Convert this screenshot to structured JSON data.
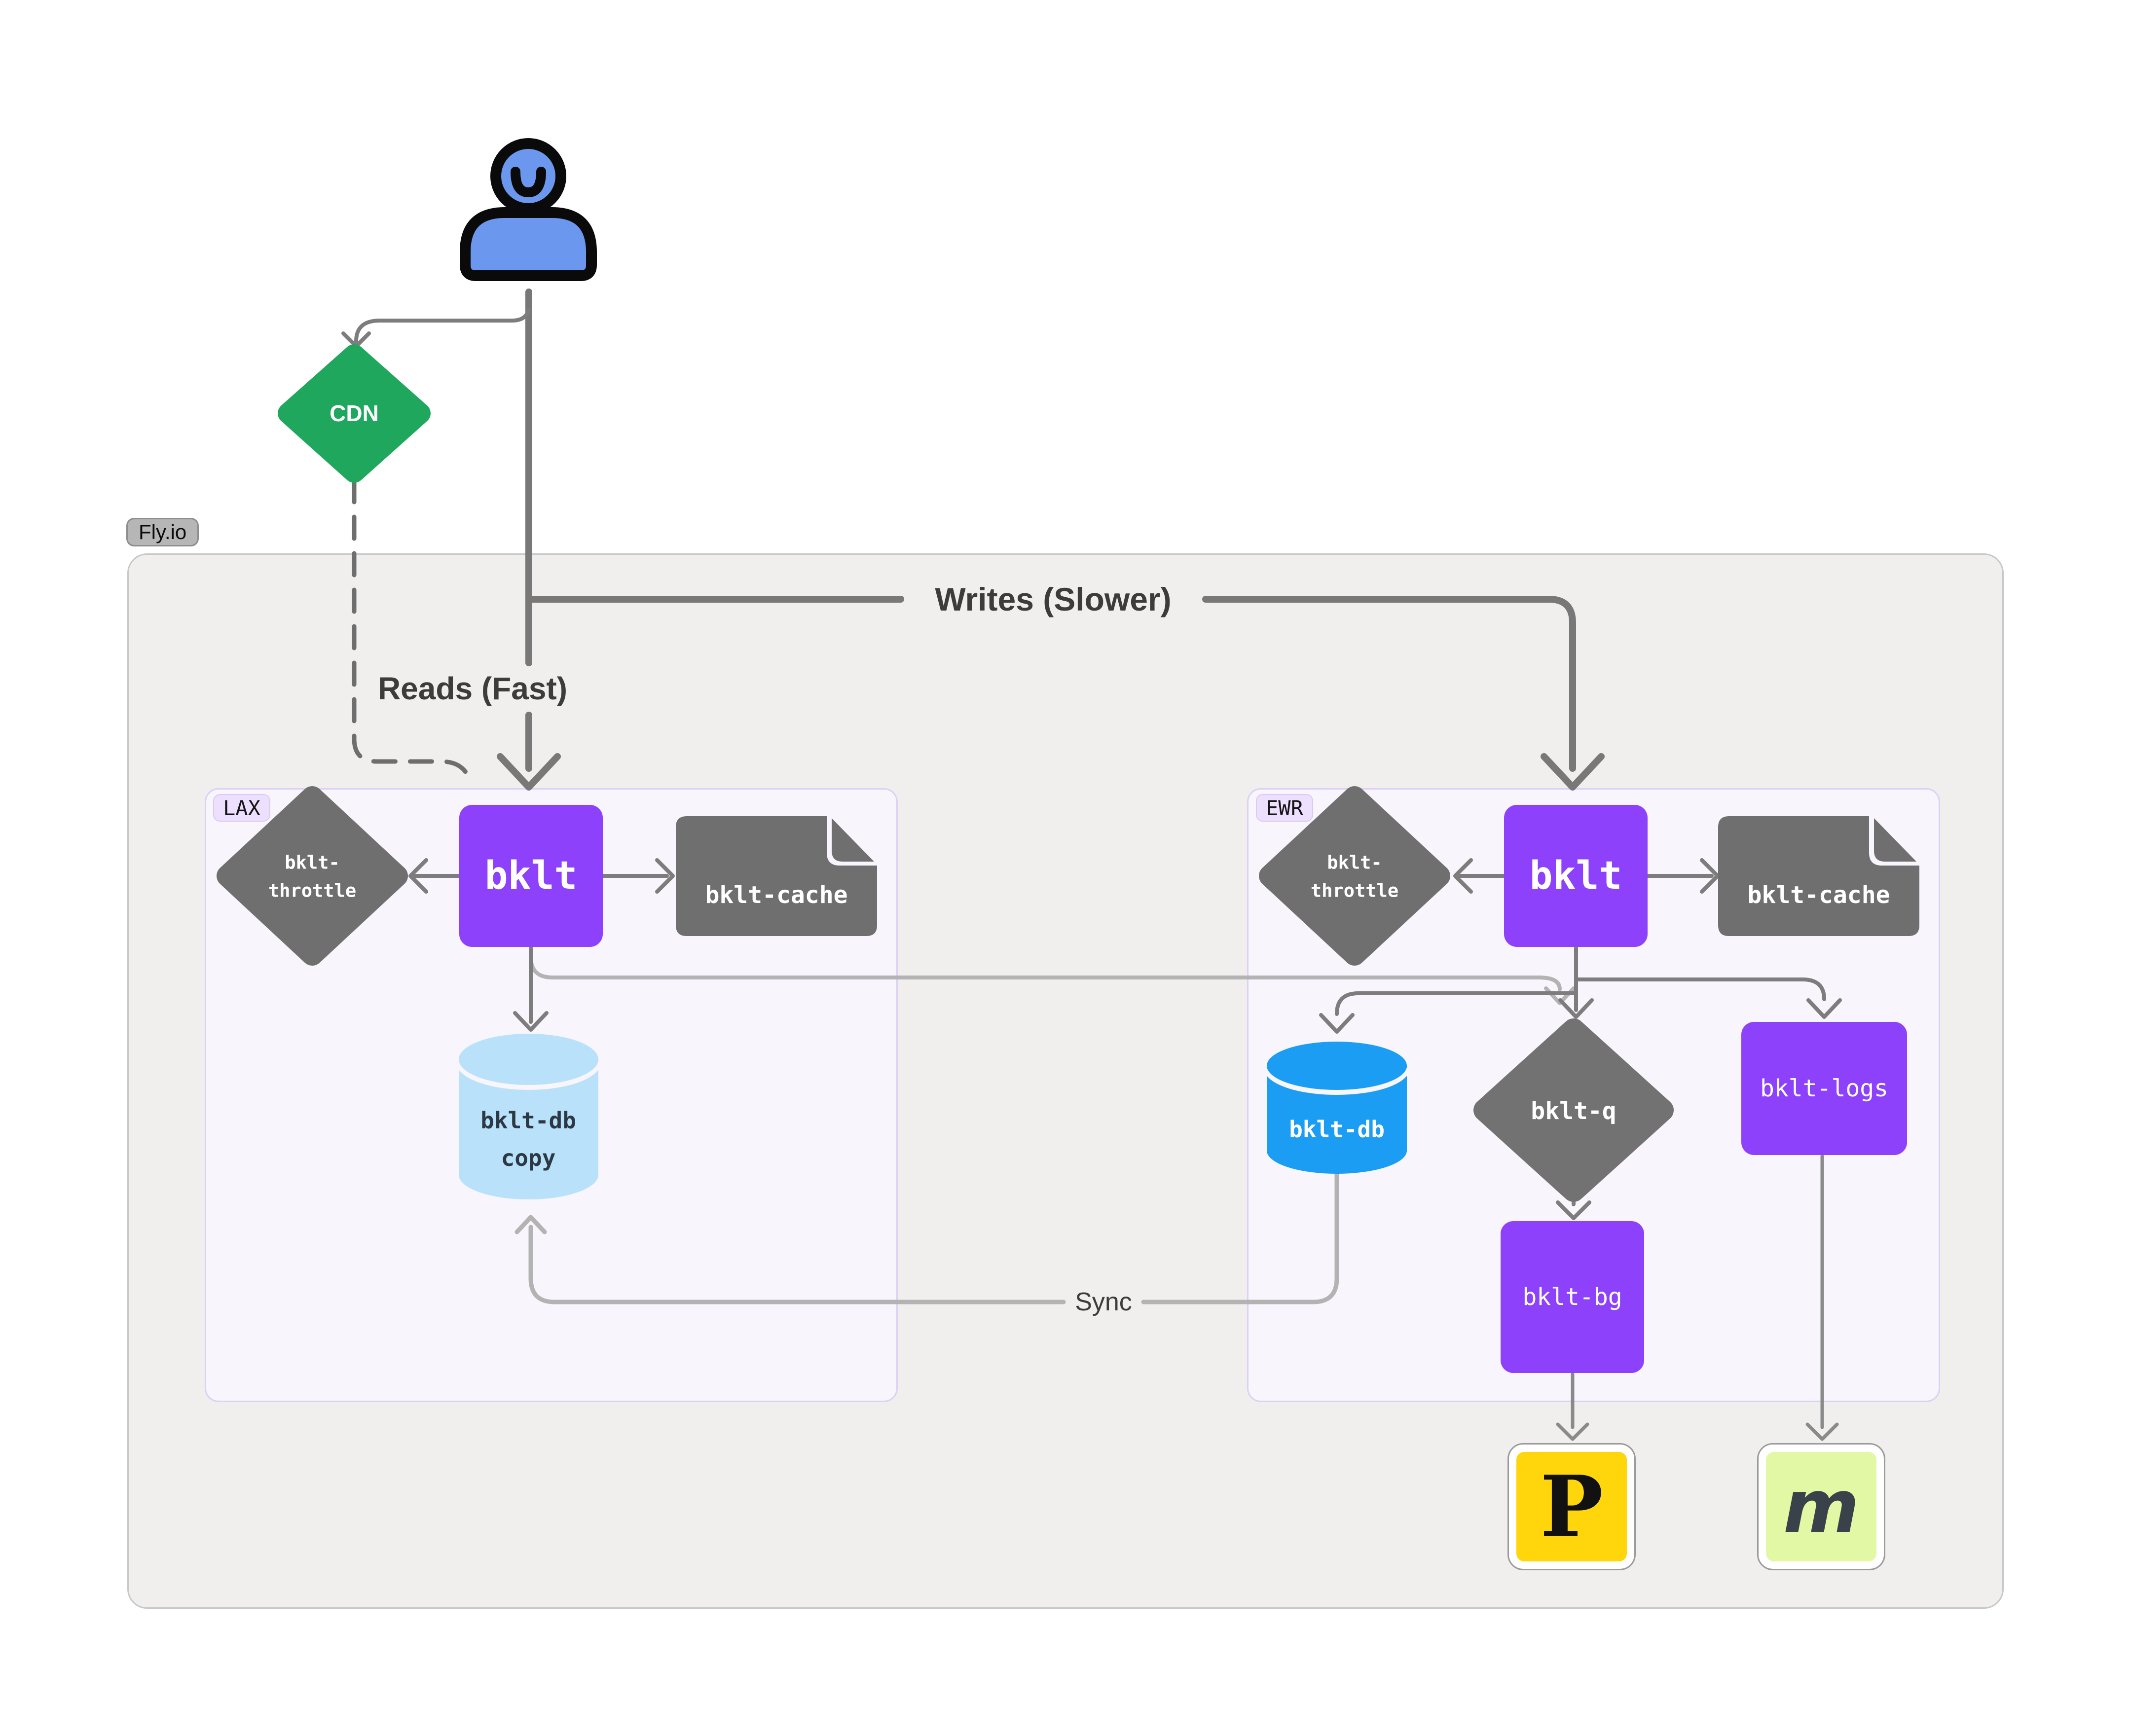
{
  "flyio": {
    "label": "Fly.io"
  },
  "cdn": {
    "label": "CDN"
  },
  "edge_labels": {
    "writes": "Writes (Slower)",
    "reads": "Reads (Fast)",
    "sync": "Sync"
  },
  "regions": [
    {
      "badge": "LAX",
      "throttle": {
        "line1": "bklt-",
        "line2": "throttle"
      },
      "app": "bklt",
      "cache": "bklt-cache",
      "db": {
        "line1": "bklt-db",
        "line2": "copy"
      }
    },
    {
      "badge": "EWR",
      "throttle": {
        "line1": "bklt-",
        "line2": "throttle"
      },
      "app": "bklt",
      "cache": "bklt-cache",
      "db": "bklt-db",
      "queue": "bklt-q",
      "logs": "bklt-logs",
      "bg": "bklt-bg"
    }
  ],
  "services": {
    "postmark_glyph": "P",
    "mailgun_glyph": "m"
  },
  "colors": {
    "purple": "#8d41fb",
    "node_gray": "#6f6f6f",
    "cdn_green": "#1ea75d",
    "db_blue_bright": "#1a9df2",
    "db_blue_light": "#b9e2fa",
    "postmark_yellow": "#ffd60b",
    "mailgun_lime": "#e2f8a4",
    "user_blue": "#6b98ee",
    "line_dark": "#787878",
    "line_light": "#b3b3b3"
  }
}
